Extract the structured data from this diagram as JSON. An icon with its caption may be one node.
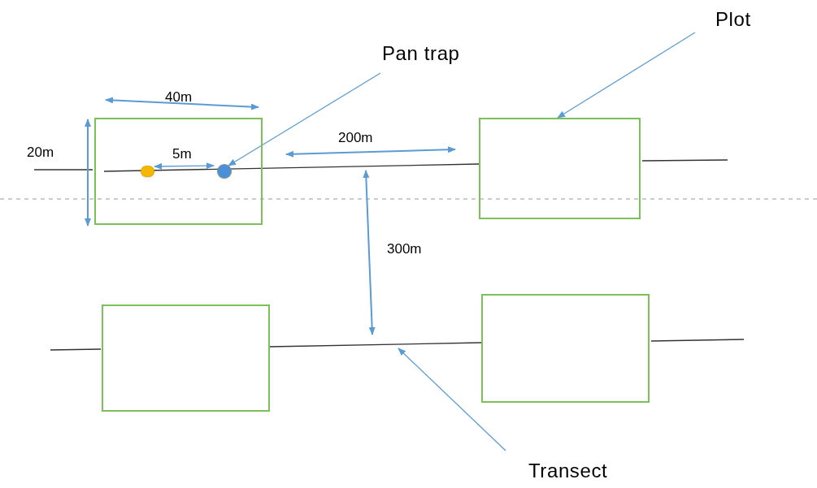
{
  "diagram": {
    "nodes": [
      {
        "text": [
          "Plot"
        ]
      },
      {
        "text": [
          "Pan trap"
        ]
      },
      {
        "text": [
          "Transect"
        ]
      },
      {
        "text": [],
        "shape": "box"
      },
      {
        "text": [],
        "shape": "box"
      },
      {
        "text": [],
        "shape": "box"
      },
      {
        "text": [],
        "shape": "box"
      },
      {
        "text": [],
        "shape": "circle",
        "in": 3
      },
      {
        "text": [],
        "shape": "circle",
        "in": 3
      },
      {
        "text": [],
        "shape": "line"
      }
    ],
    "edges": [
      {
        "from": 0,
        "to": 4,
        "arrow": "to"
      },
      {
        "from": 1,
        "to": 8,
        "arrow": "to"
      },
      {
        "from": 2,
        "to": 9,
        "arrow": "to"
      },
      {
        "from": 7,
        "to": 8,
        "arrow": "both",
        "label": "5m"
      }
    ],
    "labels": [
      "40m",
      "20m",
      "200m",
      "300m"
    ]
  }
}
